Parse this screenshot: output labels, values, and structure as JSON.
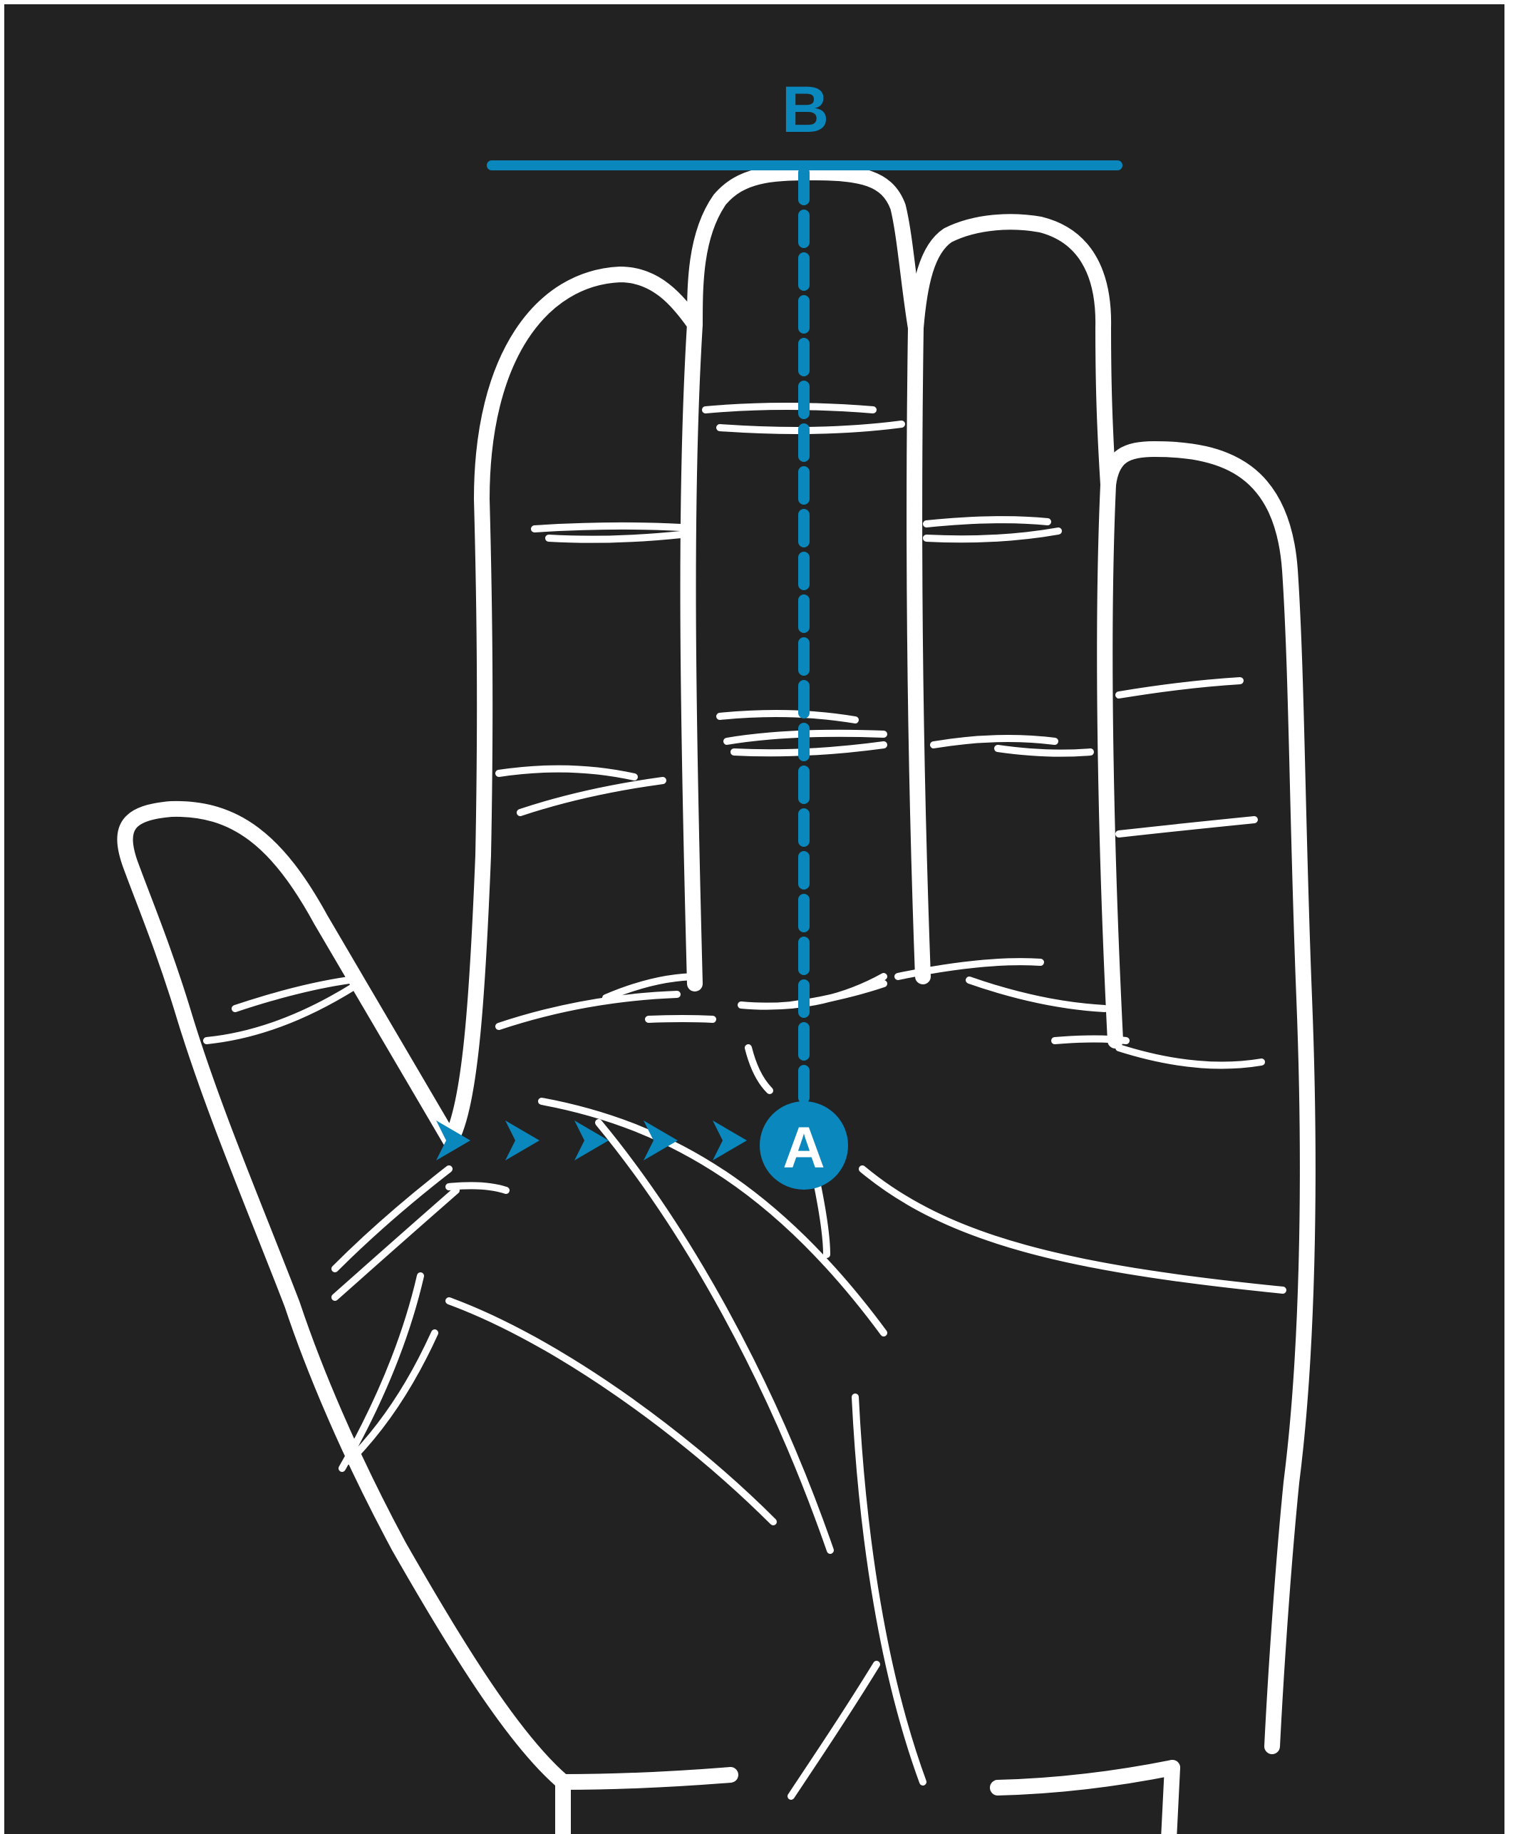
{
  "diagram": {
    "labels": {
      "point_a": "A",
      "point_b": "B"
    },
    "colors": {
      "background": "#222222",
      "outline": "#ffffff",
      "accent": "#0a87bd"
    },
    "arrow_count": 5
  }
}
